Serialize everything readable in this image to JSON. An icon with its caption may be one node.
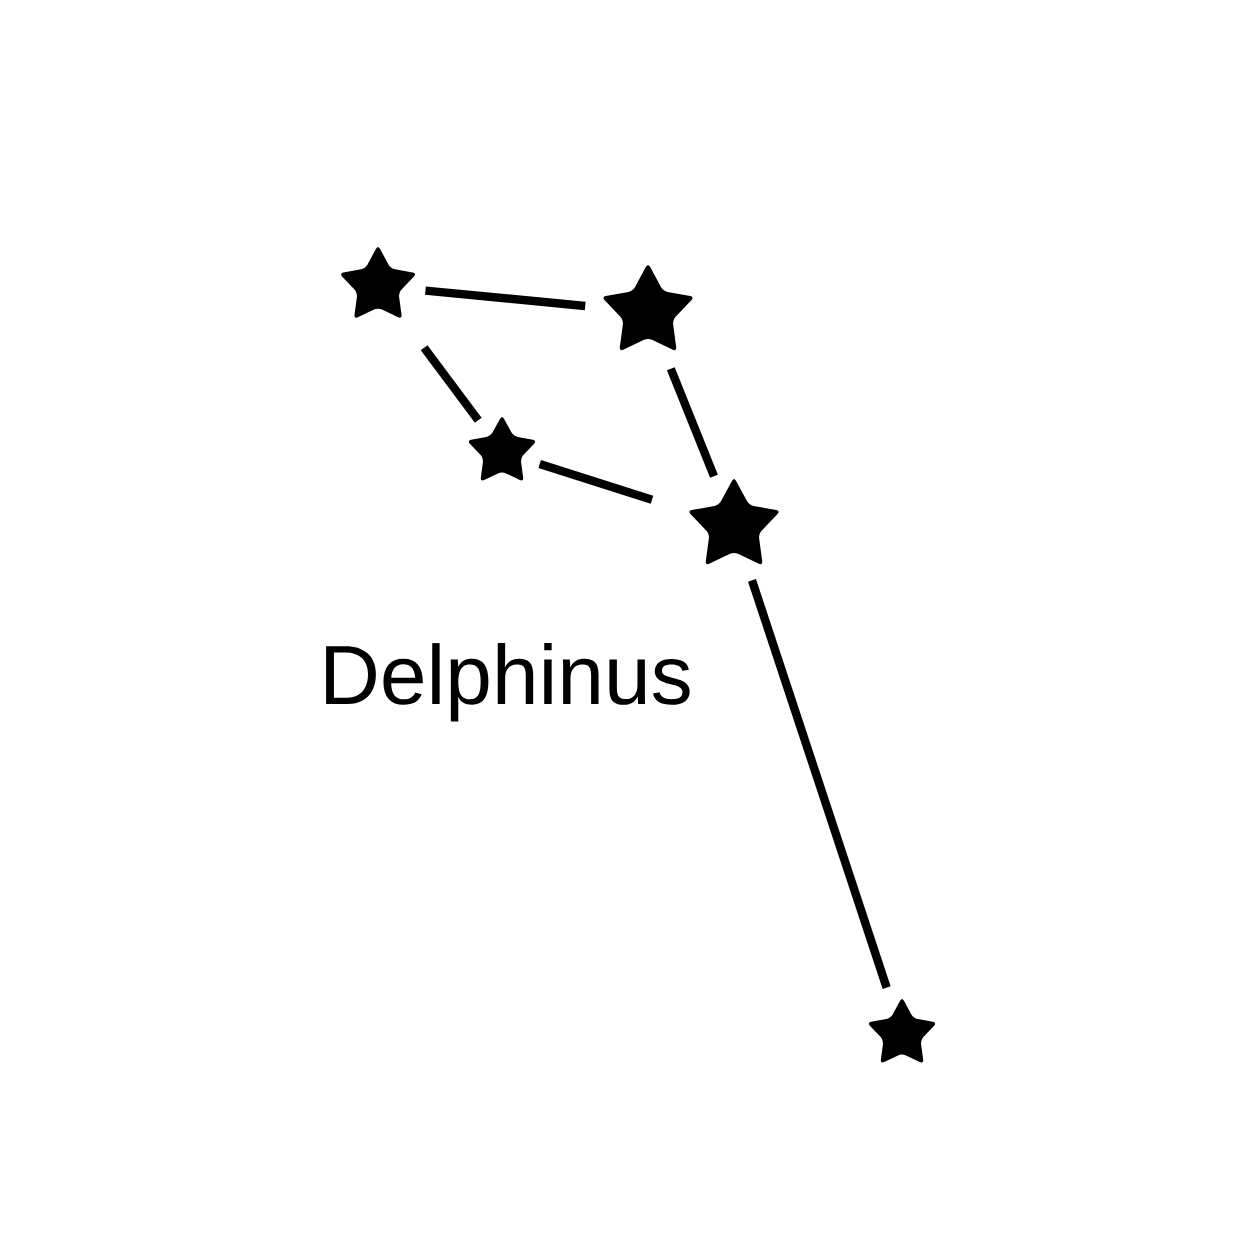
{
  "diagram": {
    "nodes": [
      {
        "text": [],
        "shape": "star"
      },
      {
        "text": [],
        "shape": "star"
      },
      {
        "text": [],
        "shape": "star"
      },
      {
        "text": [],
        "shape": "star"
      },
      {
        "text": [],
        "shape": "star"
      }
    ],
    "edges": [
      {
        "from": 0,
        "to": 1,
        "arrow": "none"
      },
      {
        "from": 0,
        "to": 2,
        "arrow": "none"
      },
      {
        "from": 2,
        "to": 3,
        "arrow": "none"
      },
      {
        "from": 1,
        "to": 3,
        "arrow": "none"
      },
      {
        "from": 3,
        "to": 4,
        "arrow": "none"
      }
    ],
    "labels": [
      "Delphinus"
    ]
  }
}
